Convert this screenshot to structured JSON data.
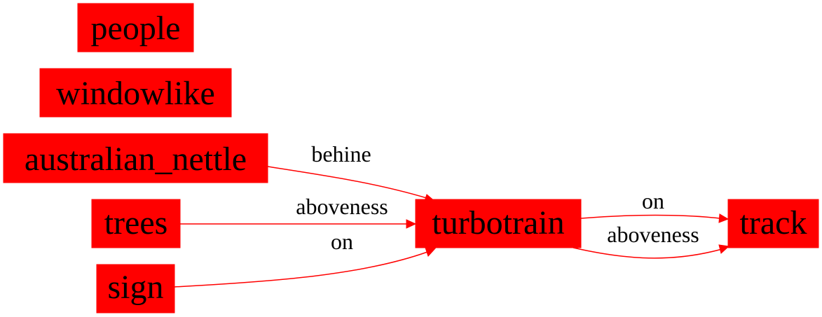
{
  "graph": {
    "node_color": "#ff0000",
    "edge_color": "#ff0000",
    "nodes": {
      "people": "people",
      "windowlike": "windowlike",
      "australian_nettle": "australian_nettle",
      "trees": "trees",
      "sign": "sign",
      "turbotrain": "turbotrain",
      "track": "track"
    },
    "edges": [
      {
        "from": "australian_nettle",
        "to": "turbotrain",
        "label": "behine"
      },
      {
        "from": "trees",
        "to": "turbotrain",
        "label": "aboveness"
      },
      {
        "from": "sign",
        "to": "turbotrain",
        "label": "on"
      },
      {
        "from": "turbotrain",
        "to": "track",
        "label": "on"
      },
      {
        "from": "turbotrain",
        "to": "track",
        "label": "aboveness"
      }
    ]
  }
}
